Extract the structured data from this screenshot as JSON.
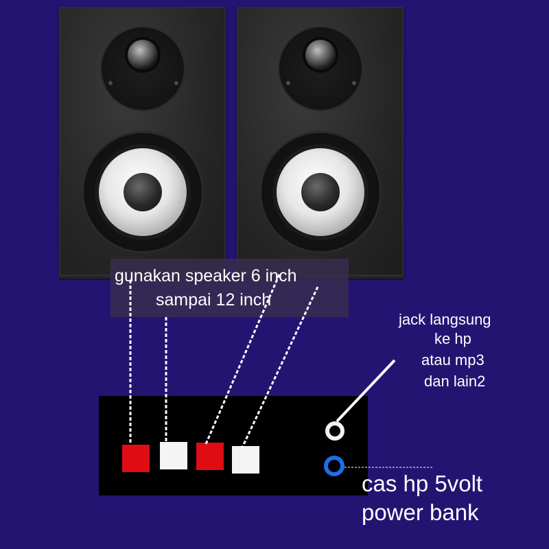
{
  "diagram": {
    "speaker_label": [
      "gunakan speaker 6 inch",
      "sampai 12 inch"
    ],
    "jack_note": [
      "jack langsung",
      "ke hp",
      "atau mp3",
      "dan lain2"
    ],
    "power_note": [
      "cas hp 5volt",
      "power bank"
    ]
  },
  "colors": {
    "background": "#241472",
    "terminal_red": "#e00c14",
    "terminal_white": "#f4f4f4",
    "jack_audio": "#f2f2f2",
    "jack_power": "#1e6ee8"
  },
  "icons": {
    "speaker": "bookshelf-speaker-icon",
    "audio_jack": "audio-jack-icon",
    "power_jack": "power-jack-icon"
  }
}
